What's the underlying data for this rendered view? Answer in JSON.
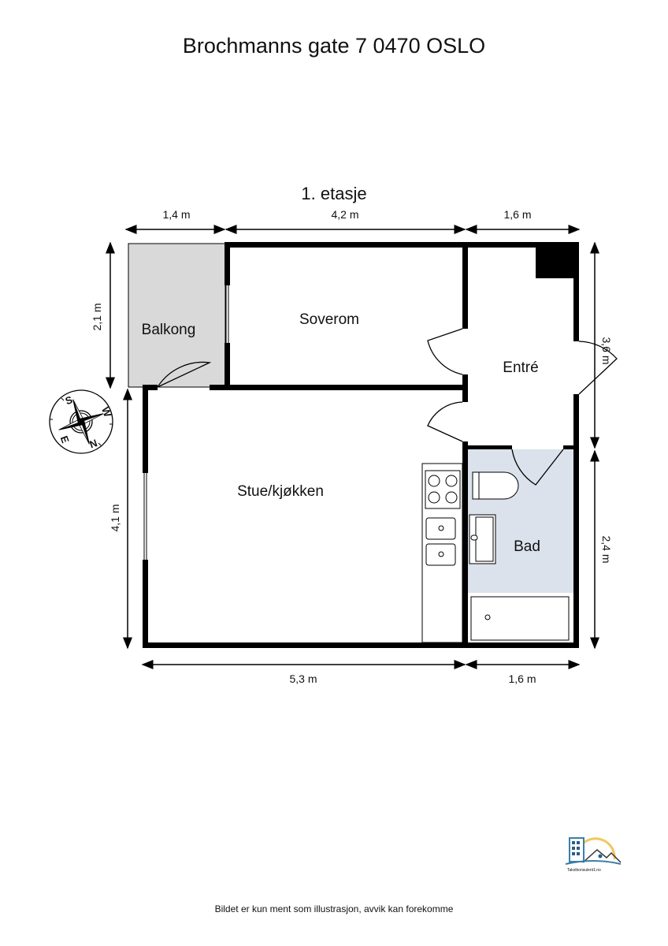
{
  "title": "Brochmanns gate 7 0470 OSLO",
  "floor": "1. etasje",
  "rooms": {
    "balcony": "Balkong",
    "bedroom": "Soverom",
    "entrance": "Entré",
    "living_kitchen": "Stue/kjøkken",
    "bathroom": "Bad"
  },
  "dimensions": {
    "top_left": "1,4 m",
    "top_middle": "4,2 m",
    "top_right": "1,6 m",
    "left_upper": "2,1 m",
    "left_lower": "4,1 m",
    "right_upper": "3,6 m",
    "right_lower": "2,4 m",
    "bottom_left": "5,3 m",
    "bottom_right": "1,6 m"
  },
  "compass": {
    "labels": [
      "S",
      "W",
      "N",
      "E"
    ]
  },
  "logo": {
    "text": "Takstkonsulent1.no"
  },
  "colors": {
    "balcony": "#d9d9d9",
    "bathroom": "#dbe2ec",
    "wall": "#000000"
  },
  "footer": "Bildet er kun ment som illustrasjon, avvik kan forekomme"
}
